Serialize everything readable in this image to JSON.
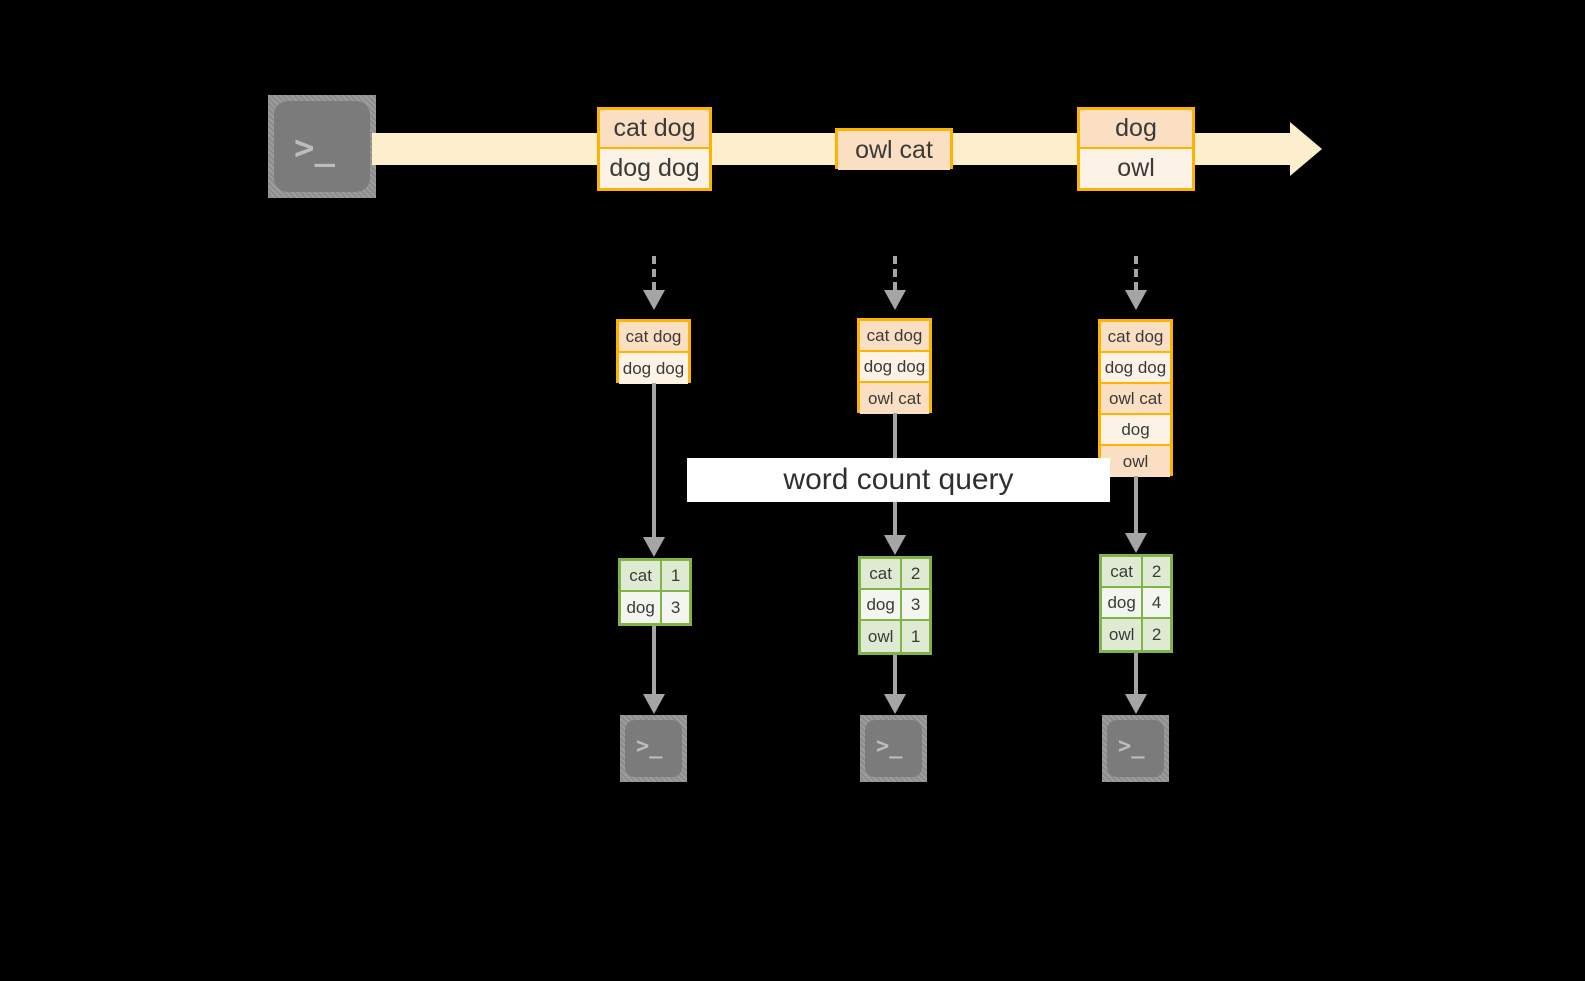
{
  "diagram": {
    "title_label": "word count query",
    "colors": {
      "background": "#000000",
      "stream_fill": "#fdeecd",
      "message_border": "#ffb300",
      "message_fill_dark": "#fbdfc3",
      "message_fill_light": "#fdf2e6",
      "table_border": "#82b24a",
      "table_fill_dark": "#dfead2",
      "table_fill_light": "#f2f6ee",
      "connector": "#a5a5a5",
      "terminal_fill": "#7b7b7b",
      "label_fill": "#ffffff"
    },
    "source_terminal": {
      "icon": "terminal-prompt-icon",
      "glyph": ">_"
    },
    "stream": {
      "icon": "stream-arrow-icon",
      "batches": [
        {
          "name": "batch-1",
          "rows": [
            {
              "text": "cat dog",
              "shade": "dark"
            },
            {
              "text": "dog dog",
              "shade": "light"
            }
          ]
        },
        {
          "name": "batch-2",
          "rows": [
            {
              "text": "owl cat",
              "shade": "dark"
            }
          ]
        },
        {
          "name": "batch-3",
          "rows": [
            {
              "text": "dog",
              "shade": "dark"
            },
            {
              "text": "owl",
              "shade": "light"
            }
          ]
        }
      ]
    },
    "columns": [
      {
        "name": "column-1",
        "state": {
          "rows": [
            {
              "text": "cat dog",
              "shade": "dark"
            },
            {
              "text": "dog dog",
              "shade": "light"
            }
          ]
        },
        "result": {
          "rows": [
            {
              "key": "cat",
              "value": "1",
              "shade": "dark"
            },
            {
              "key": "dog",
              "value": "3",
              "shade": "light"
            }
          ]
        },
        "sink_terminal": {
          "icon": "terminal-prompt-icon",
          "glyph": ">_"
        }
      },
      {
        "name": "column-2",
        "state": {
          "rows": [
            {
              "text": "cat dog",
              "shade": "dark"
            },
            {
              "text": "dog dog",
              "shade": "light"
            },
            {
              "text": "owl cat",
              "shade": "dark"
            }
          ]
        },
        "result": {
          "rows": [
            {
              "key": "cat",
              "value": "2",
              "shade": "dark"
            },
            {
              "key": "dog",
              "value": "3",
              "shade": "light"
            },
            {
              "key": "owl",
              "value": "1",
              "shade": "dark"
            }
          ]
        },
        "sink_terminal": {
          "icon": "terminal-prompt-icon",
          "glyph": ">_"
        }
      },
      {
        "name": "column-3",
        "state": {
          "rows": [
            {
              "text": "cat dog",
              "shade": "dark"
            },
            {
              "text": "dog dog",
              "shade": "light"
            },
            {
              "text": "owl cat",
              "shade": "dark"
            },
            {
              "text": "dog",
              "shade": "light"
            },
            {
              "text": "owl",
              "shade": "dark"
            }
          ]
        },
        "result": {
          "rows": [
            {
              "key": "cat",
              "value": "2",
              "shade": "dark"
            },
            {
              "key": "dog",
              "value": "4",
              "shade": "light"
            },
            {
              "key": "owl",
              "value": "2",
              "shade": "dark"
            }
          ]
        },
        "sink_terminal": {
          "icon": "terminal-prompt-icon",
          "glyph": ">_"
        }
      }
    ]
  }
}
